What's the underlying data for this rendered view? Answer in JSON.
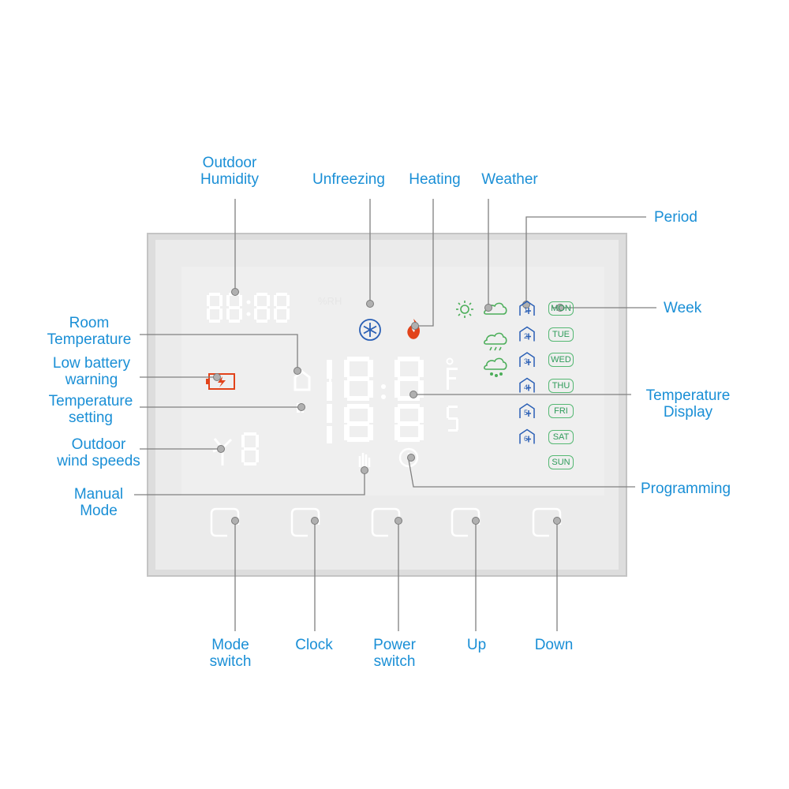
{
  "labels": {
    "outdoor_humidity": [
      "Outdoor",
      "Humidity"
    ],
    "unfreezing": "Unfreezing",
    "heating": "Heating",
    "weather": "Weather",
    "period": "Period",
    "week": "Week",
    "room_temperature": [
      "Room",
      "Temperature"
    ],
    "low_battery_warning": [
      "Low battery",
      "warning"
    ],
    "temperature_setting": [
      "Temperature",
      "setting"
    ],
    "outdoor_wind_speeds": [
      "Outdoor",
      "wind speeds"
    ],
    "manual_mode": [
      "Manual",
      "Mode"
    ],
    "temperature_display": [
      "Temperature",
      "Display"
    ],
    "programming": "Programming",
    "mode_switch": [
      "Mode",
      "switch"
    ],
    "clock": "Clock",
    "power_switch": [
      "Power",
      "switch"
    ],
    "up": "Up",
    "down": "Down"
  },
  "display": {
    "humidity_unit": "%RH",
    "days": [
      "MON",
      "TUE",
      "WED",
      "THU",
      "FRI",
      "SAT",
      "SUN"
    ],
    "periods": [
      "1",
      "2",
      "3",
      "4",
      "5",
      "6"
    ],
    "unit_f": "F",
    "unit_s": "S"
  },
  "colors": {
    "label": "#1a8fd6",
    "leader": "#808080",
    "panel": "#ececec",
    "segment": "#ffffff",
    "battery": "#e2431a",
    "heating": "#e2431a",
    "unfreezing": "#2a5fb5",
    "weather": "#4cae5a",
    "period": "#2a5fb5",
    "day_badge": "#55b873"
  },
  "icons": [
    "snowflake-icon",
    "flame-icon",
    "sun-icon",
    "cloud-icon",
    "rain-cloud-icon",
    "snow-cloud-icon",
    "house-period-icon",
    "battery-icon",
    "wind-turbine-icon",
    "hand-icon",
    "clock-icon",
    "home-icon"
  ]
}
